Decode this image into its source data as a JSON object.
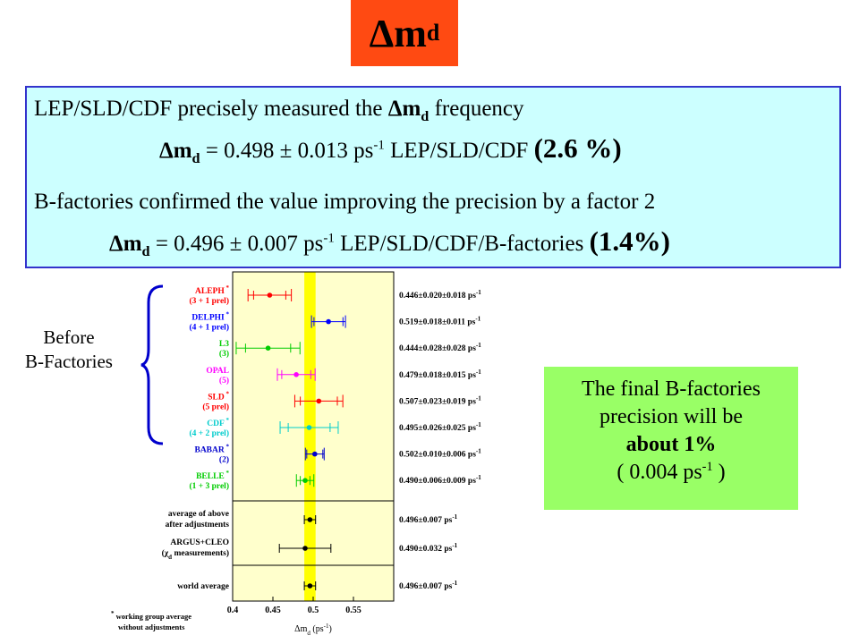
{
  "title": {
    "delta": "Δ",
    "m": "m",
    "sub": "d"
  },
  "info": {
    "line1_text": "LEP/SLD/CDF precisely measured the ",
    "line1_delta": "Δ",
    "line1_m": "m",
    "line1_sub": "d",
    "line1_tail": " frequency",
    "line2_delta": "Δ",
    "line2_m": "m",
    "line2_sub": "d",
    "line2_value": " = 0.498 ± 0.013 ps",
    "line2_sup": "-1",
    "line2_label": " LEP/SLD/CDF ",
    "line2_precision": "(2.6 %)",
    "line3_text": "B-factories confirmed the value improving the precision by a factor 2",
    "line4_delta": "Δ",
    "line4_m": "m",
    "line4_sub": "d",
    "line4_value": " = 0.496 ± 0.007 ps",
    "line4_sup": "-1",
    "line4_label": " LEP/SLD/CDF/B-factories ",
    "line4_precision": "(1.4%)"
  },
  "before_label": {
    "line1": "Before",
    "line2": "B-Factories"
  },
  "final_box": {
    "line1": "The final B-factories",
    "line2": "precision will be",
    "line3": "about 1%",
    "line4_pre": "( 0.004 ps",
    "line4_sup": "-1",
    "line4_post": " )"
  },
  "colors": {
    "title_bg": "#ff4a12",
    "info_bg": "#ccffff",
    "info_border": "#3333cc",
    "final_bg": "#99ff66",
    "plot_bg": "#ffffcc",
    "band": "#ffff00",
    "brace": "#0000cc"
  },
  "chart_data": {
    "type": "scatter",
    "title": "",
    "xlabel_prefix": "Δm",
    "xlabel_sub": "d",
    "xlabel_suffix": " (ps",
    "xlabel_sup": "-1",
    "xlabel_close": ")",
    "xlim": [
      0.4,
      0.6
    ],
    "xticks": [
      0.4,
      0.45,
      0.5,
      0.55
    ],
    "xtick_labels": [
      "0.4",
      "0.45",
      "0.5",
      "0.55"
    ],
    "band": [
      0.489,
      0.503
    ],
    "footnote_line1": "working group average",
    "footnote_line2": "without adjustments",
    "footnote_star": "*",
    "series": [
      {
        "name": "ALEPH",
        "star": true,
        "sub": "(3 + 1 prel)",
        "value": 0.446,
        "stat": 0.02,
        "sys": 0.018,
        "label": "0.446±0.020±0.018 ps",
        "sup": "-1",
        "color": "#ff0000"
      },
      {
        "name": "DELPHI",
        "star": true,
        "sub": "(4 + 1 prel)",
        "value": 0.519,
        "stat": 0.018,
        "sys": 0.011,
        "label": "0.519±0.018±0.011 ps",
        "sup": "-1",
        "color": "#0000ff"
      },
      {
        "name": "L3",
        "star": false,
        "sub": "(3)",
        "value": 0.444,
        "stat": 0.028,
        "sys": 0.028,
        "label": "0.444±0.028±0.028 ps",
        "sup": "-1",
        "color": "#00cc00"
      },
      {
        "name": "OPAL",
        "star": false,
        "sub": "(5)",
        "value": 0.479,
        "stat": 0.018,
        "sys": 0.015,
        "label": "0.479±0.018±0.015 ps",
        "sup": "-1",
        "color": "#ff00ff"
      },
      {
        "name": "SLD",
        "star": true,
        "sub": "(5 prel)",
        "value": 0.507,
        "stat": 0.023,
        "sys": 0.019,
        "label": "0.507±0.023±0.019 ps",
        "sup": "-1",
        "color": "#ff0000"
      },
      {
        "name": "CDF",
        "star": true,
        "sub": "(4 + 2 prel)",
        "value": 0.495,
        "stat": 0.026,
        "sys": 0.025,
        "label": "0.495±0.026±0.025 ps",
        "sup": "-1",
        "color": "#00cccc"
      },
      {
        "name": "BABAR",
        "star": true,
        "sub": "(2)",
        "value": 0.502,
        "stat": 0.01,
        "sys": 0.006,
        "label": "0.502±0.010±0.006 ps",
        "sup": "-1",
        "color": "#0000cc"
      },
      {
        "name": "BELLE",
        "star": true,
        "sub": "(1 + 3 prel)",
        "value": 0.49,
        "stat": 0.006,
        "sys": 0.009,
        "label": "0.490±0.006±0.009 ps",
        "sup": "-1",
        "color": "#00cc00"
      }
    ],
    "combined": [
      {
        "name": "average of above",
        "sub": "after adjustments",
        "value": 0.496,
        "err": 0.007,
        "label": "0.496±0.007 ps",
        "sup": "-1",
        "color": "#000000"
      },
      {
        "name": "ARGUS+CLEO",
        "sub_prefix": "(χ",
        "sub_sub": "d",
        "sub_suffix": " measurements)",
        "value": 0.49,
        "err": 0.032,
        "label": "0.490±0.032 ps",
        "sup": "-1",
        "color": "#000000"
      },
      {
        "name": "world average",
        "sub": "",
        "value": 0.496,
        "err": 0.007,
        "label": "0.496±0.007 ps",
        "sup": "-1",
        "color": "#000000"
      }
    ]
  }
}
